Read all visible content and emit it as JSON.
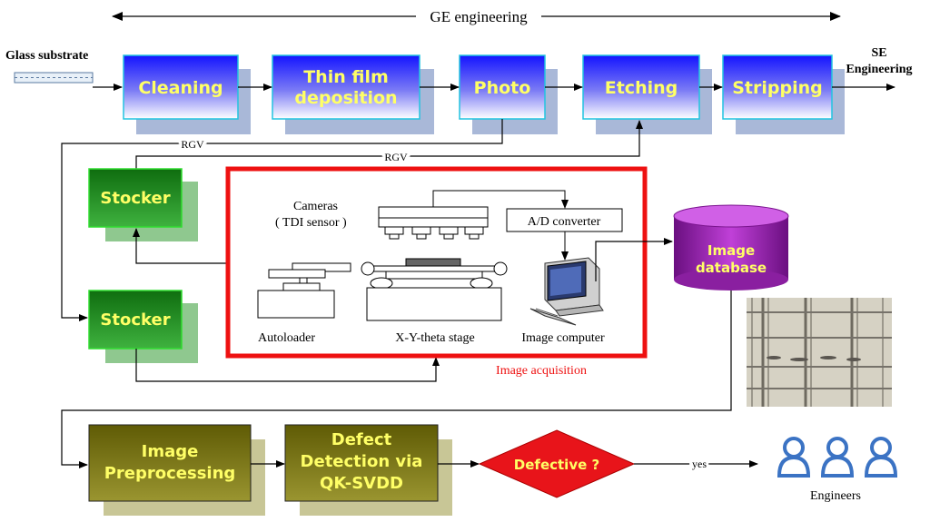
{
  "top_span_label": "GE engineering",
  "input_label": "Glass substrate",
  "output_label_1": "SE",
  "output_label_2": "Engineering",
  "process_steps": [
    {
      "line1": "Cleaning",
      "line2": ""
    },
    {
      "line1": "Thin film",
      "line2": "deposition"
    },
    {
      "line1": "Photo",
      "line2": ""
    },
    {
      "line1": "Etching",
      "line2": ""
    },
    {
      "line1": "Stripping",
      "line2": ""
    }
  ],
  "transport_labels": [
    "RGV",
    "RGV"
  ],
  "stockers": [
    "Stocker",
    "Stocker"
  ],
  "acquisition": {
    "caption": "Image acquisition",
    "cameras_line1": "Cameras",
    "cameras_line2": "( TDI sensor )",
    "ad_converter": "A/D converter",
    "autoloader": "Autoloader",
    "stage": "X-Y-theta stage",
    "image_computer": "Image computer"
  },
  "database_line1": "Image",
  "database_line2": "database",
  "analysis_steps": [
    {
      "line1": "Image",
      "line2": "Preprocessing",
      "line3": ""
    },
    {
      "line1": "Defect",
      "line2": "Detection via",
      "line3": "QK-SVDD"
    }
  ],
  "decision": "Defective ?",
  "decision_yes": "yes",
  "engineers_label": "Engineers",
  "colors": {
    "process_top": "#1a1aff",
    "process_bottom": "#ffffff",
    "stocker": "#1e8a1e",
    "acquisition_border": "#ee1111",
    "database": "#a020b0",
    "analysis": "#77730e",
    "decision": "#e8141a",
    "engineer": "#3b73c4"
  }
}
